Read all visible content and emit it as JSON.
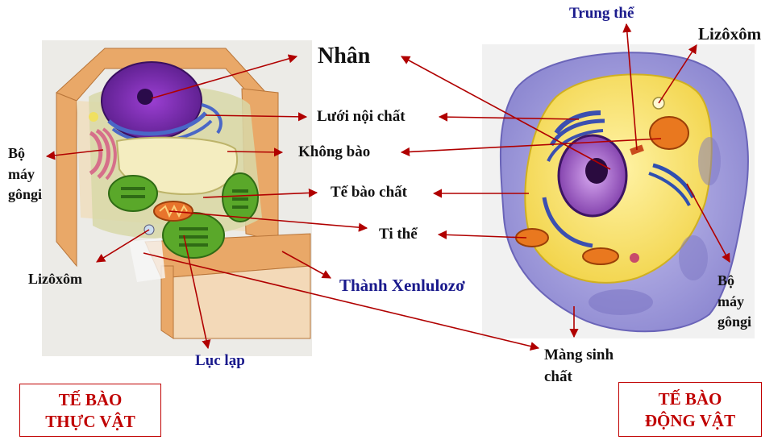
{
  "labels": {
    "nhan": "Nhân",
    "luoi_noi_chat": "Lưới nội chất",
    "khong_bao": "Không bào",
    "te_bao_chat": "Tế bào chất",
    "ti_the": "Ti thể",
    "thanh_xenlulozo": "Thành  Xenlulozơ",
    "trung_the": "Trung thể",
    "lizoxom_right": "Lizôxôm",
    "lizoxom_left": "Lizôxôm",
    "bo_may_gongi_left": [
      "Bộ",
      "máy",
      "gôngi"
    ],
    "bo_may_gongi_right": [
      "Bộ",
      "máy",
      "gôngi"
    ],
    "luc_lap": "Lục lạp",
    "mang_sinh_chat": [
      "Màng sinh",
      "chất"
    ]
  },
  "boxes": {
    "plant": [
      "TẾ BÀO",
      "THỰC VẬT"
    ],
    "animal": [
      "TẾ BÀO",
      "ĐỘNG VẬT"
    ]
  },
  "colors": {
    "arrow": "#b00000",
    "box_border": "#c00000",
    "label_blue": "#1a1a8c"
  }
}
